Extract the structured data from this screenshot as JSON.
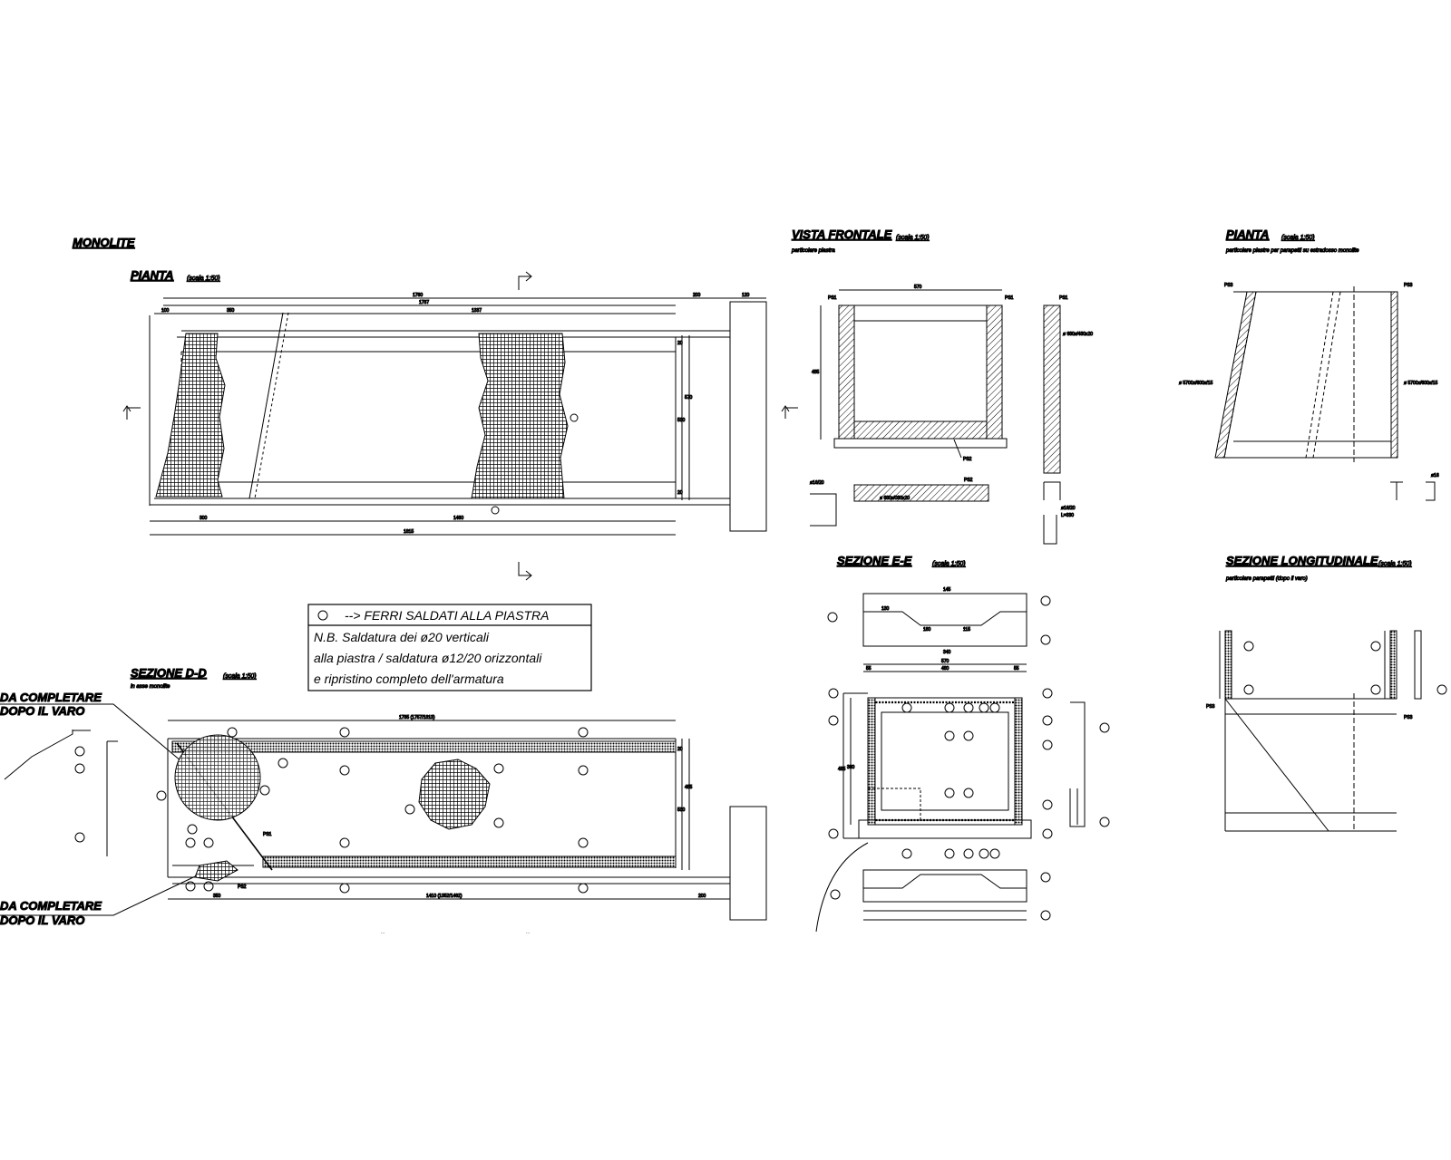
{
  "drawing": {
    "monolite_title": "MONOLITE",
    "plan": {
      "title": "PIANTA",
      "scale": "(scala 1:50)"
    },
    "front_view": {
      "title": "VISTA FRONTALE",
      "scale": "(scala 1:50)",
      "subtitle": "particolare piastra"
    },
    "plan_right": {
      "title": "PIANTA",
      "scale": "(scala 1:50)",
      "subtitle": "particolare piastre per parapetti su estradosso monolite"
    },
    "section_dd": {
      "title": "SEZIONE D-D",
      "scale": "(scala 1:50)",
      "subtitle": "in asse monolite"
    },
    "section_ee": {
      "title": "SEZIONE E-E",
      "scale": "(scala 1:50)"
    },
    "section_long": {
      "title": "SEZIONE LONGITUDINALE",
      "scale": "(scala 1:50)",
      "subtitle": "particolare parapetti (dopo il varo)"
    },
    "note_box": {
      "legend_text": "-->   FERRI SALDATI ALLA PIASTRA",
      "line1": "N.B. Saldatura dei ø20 verticali",
      "line2": "alla piastra / saldatura ø12/20 orizzontali",
      "line3": "e ripristino completo dell'armatura"
    },
    "complete_note": {
      "line1": "DA COMPLETARE",
      "line2": "DOPO IL VARO"
    },
    "plan_dims": {
      "total_top": "1760",
      "sub_top": "1787",
      "left_a": "100",
      "left_b": "350",
      "mid": "1337",
      "right_a": "200",
      "right_b": "120",
      "bottom_a": "300",
      "bottom_b": "1460",
      "bottom_total": "1815",
      "v1": "20",
      "v2": "530",
      "v3": "570",
      "v4": "20"
    },
    "dd_dims": {
      "top": "1785 (1757/1813)",
      "bottom_a": "350",
      "bottom_b": "1410 (1352/1462)",
      "bottom_c": "200",
      "v1": "20",
      "v2": "530",
      "v3": "485"
    },
    "ee_dims": {
      "top": "570",
      "mid": "480",
      "side_a": "55",
      "side_b": "55",
      "h": "485",
      "h2": "380",
      "s_top": "145",
      "s_a": "130",
      "s_b": "180",
      "s_c": "115",
      "s_bot": "340"
    },
    "front_dims": {
      "width": "570",
      "height": "485"
    },
    "rebar_tags": {
      "ps1": "PS1",
      "ps2": "PS2",
      "ps3": "PS3",
      "fr_bar": "ø16/20",
      "fr_plate": "ø 680x/080x20",
      "fr_side": "ø 680x/480x20",
      "fr_u": "ø16/20",
      "fr_u2": "L=330",
      "pl_left": "ø 5700x/600x/15",
      "pl_right": "ø 5700x/600x/15",
      "pl_t": "ø16"
    }
  },
  "colors": {
    "line": "#000000",
    "background": "#ffffff"
  }
}
